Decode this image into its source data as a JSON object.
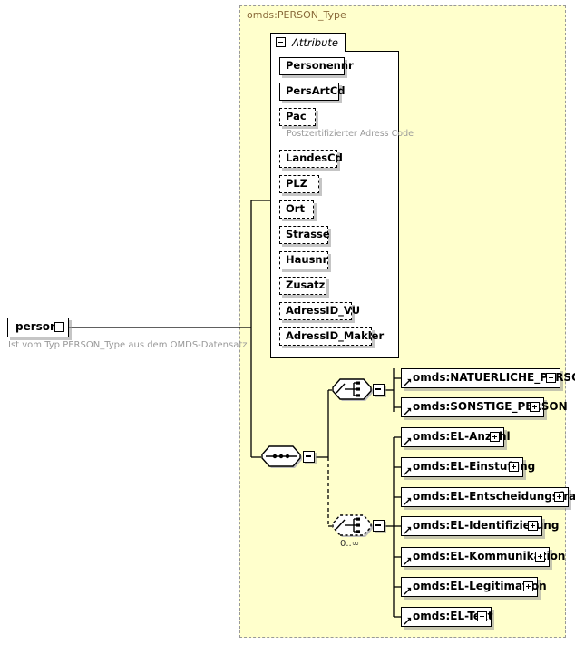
{
  "diagram": {
    "kind": "xml-schema-diagram",
    "type_container": {
      "title": "omds:PERSON_Type",
      "background_color": "#ffffcc",
      "border_style": "dashed",
      "border_color": "#999999"
    },
    "root_element": {
      "label": "person",
      "toggle": "minus",
      "caption": "Ist vom Typ PERSON_Type aus dem OMDS-Datensatz"
    },
    "attribute_group": {
      "label": "Attribute",
      "toggle": "minus",
      "items": [
        {
          "name": "Personennr",
          "required": true
        },
        {
          "name": "PersArtCd",
          "required": true
        },
        {
          "name": "Pac",
          "required": false,
          "hint": "Postzertifizierter Adress Code"
        },
        {
          "name": "LandesCd",
          "required": false
        },
        {
          "name": "PLZ",
          "required": false
        },
        {
          "name": "Ort",
          "required": false
        },
        {
          "name": "Strasse",
          "required": false
        },
        {
          "name": "Hausnr",
          "required": false
        },
        {
          "name": "Zusatz",
          "required": false
        },
        {
          "name": "AdressID_VU",
          "required": false
        },
        {
          "name": "AdressID_Makler",
          "required": false
        }
      ]
    },
    "compositors": [
      {
        "id": "sequence-root",
        "kind": "sequence",
        "icon": "sequence-icon",
        "optional": false,
        "toggle": "minus",
        "cardinality": ""
      },
      {
        "id": "choice-person",
        "kind": "choice",
        "icon": "choice-icon",
        "optional": false,
        "toggle": "minus",
        "cardinality": ""
      },
      {
        "id": "choice-elements",
        "kind": "choice",
        "icon": "choice-icon",
        "optional": true,
        "toggle": "minus",
        "cardinality": "0..∞"
      }
    ],
    "choice_person_refs": [
      {
        "label": "omds:NATUERLICHE_PERSON",
        "toggle": "plus",
        "width": 176
      },
      {
        "label": "omds:SONSTIGE_PERSON",
        "toggle": "plus",
        "width": 158
      }
    ],
    "choice_element_refs": [
      {
        "label": "omds:EL-Anzahl",
        "toggle": "plus",
        "width": 114
      },
      {
        "label": "omds:EL-Einstufung",
        "toggle": "plus",
        "width": 135
      },
      {
        "label": "omds:EL-Entscheidungsfrage",
        "toggle": "plus",
        "width": 185
      },
      {
        "label": "omds:EL-Identifizierung",
        "toggle": "plus",
        "width": 156
      },
      {
        "label": "omds:EL-Kommunikation",
        "toggle": "plus",
        "width": 164
      },
      {
        "label": "omds:EL-Legitimation",
        "toggle": "plus",
        "width": 151
      },
      {
        "label": "omds:EL-Text",
        "toggle": "plus",
        "width": 100
      }
    ]
  }
}
